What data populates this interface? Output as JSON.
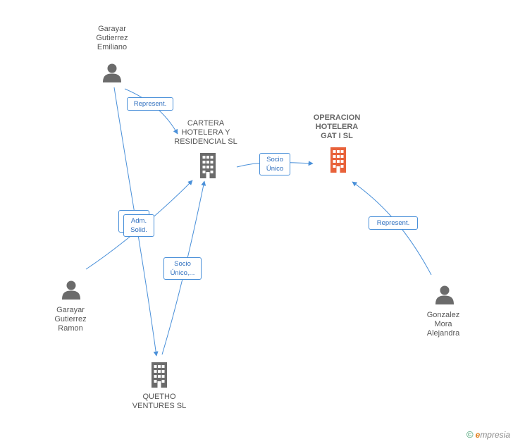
{
  "nodes": {
    "emiliano": {
      "lines": [
        "Garayar",
        "Gutierrez",
        "Emiliano"
      ],
      "type": "person"
    },
    "cartera": {
      "lines": [
        "CARTERA",
        "HOTELERA Y",
        "RESIDENCIAL  SL"
      ],
      "type": "company"
    },
    "operacion": {
      "lines": [
        "OPERACION",
        "HOTELERA",
        "GAT I SL"
      ],
      "type": "company-main"
    },
    "ramon": {
      "lines": [
        "Garayar",
        "Gutierrez",
        "Ramon"
      ],
      "type": "person"
    },
    "quetho": {
      "lines": [
        "QUETHO",
        "VENTURES SL"
      ],
      "type": "company"
    },
    "alejandra": {
      "lines": [
        "Gonzalez",
        "Mora",
        "Alejandra"
      ],
      "type": "person"
    }
  },
  "edge_labels": {
    "represent_emiliano": [
      "Represent."
    ],
    "socio_unico": [
      "Socio",
      "Único"
    ],
    "adm_solid": [
      "Adm.",
      "Solid."
    ],
    "socio_unico_more": [
      "Socio",
      "Único,..."
    ],
    "represent_alejandra": [
      "Represent."
    ]
  },
  "icons": {
    "person": "person-icon",
    "company": "building-icon"
  },
  "colors": {
    "edge": "#4a90d9",
    "company": "#6b6b6b",
    "company_main": "#e8623a",
    "person": "#6b6b6b"
  },
  "watermark": {
    "copyright": "©",
    "brand_first": "e",
    "brand_rest": "mpresia"
  }
}
